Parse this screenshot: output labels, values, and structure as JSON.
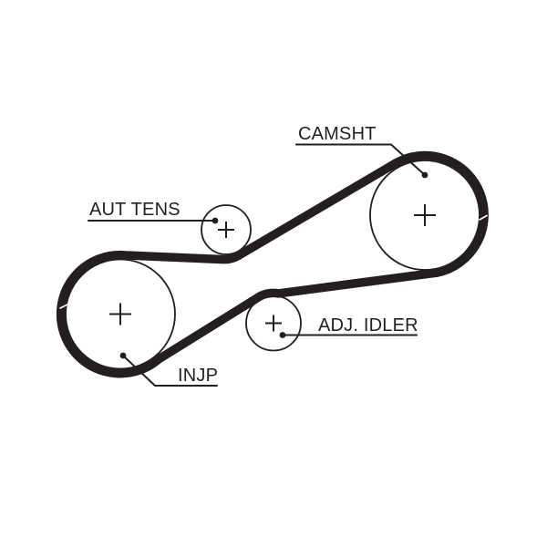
{
  "diagram": {
    "colors": {
      "background": "#ffffff",
      "line": "#231f20"
    },
    "icons": {
      "center_cross": "+"
    },
    "labels": {
      "camshaft": "CAMSHT",
      "tensioner": "AUT TENS",
      "idler": "ADJ. IDLER",
      "injection_pump": "INJP"
    }
  }
}
